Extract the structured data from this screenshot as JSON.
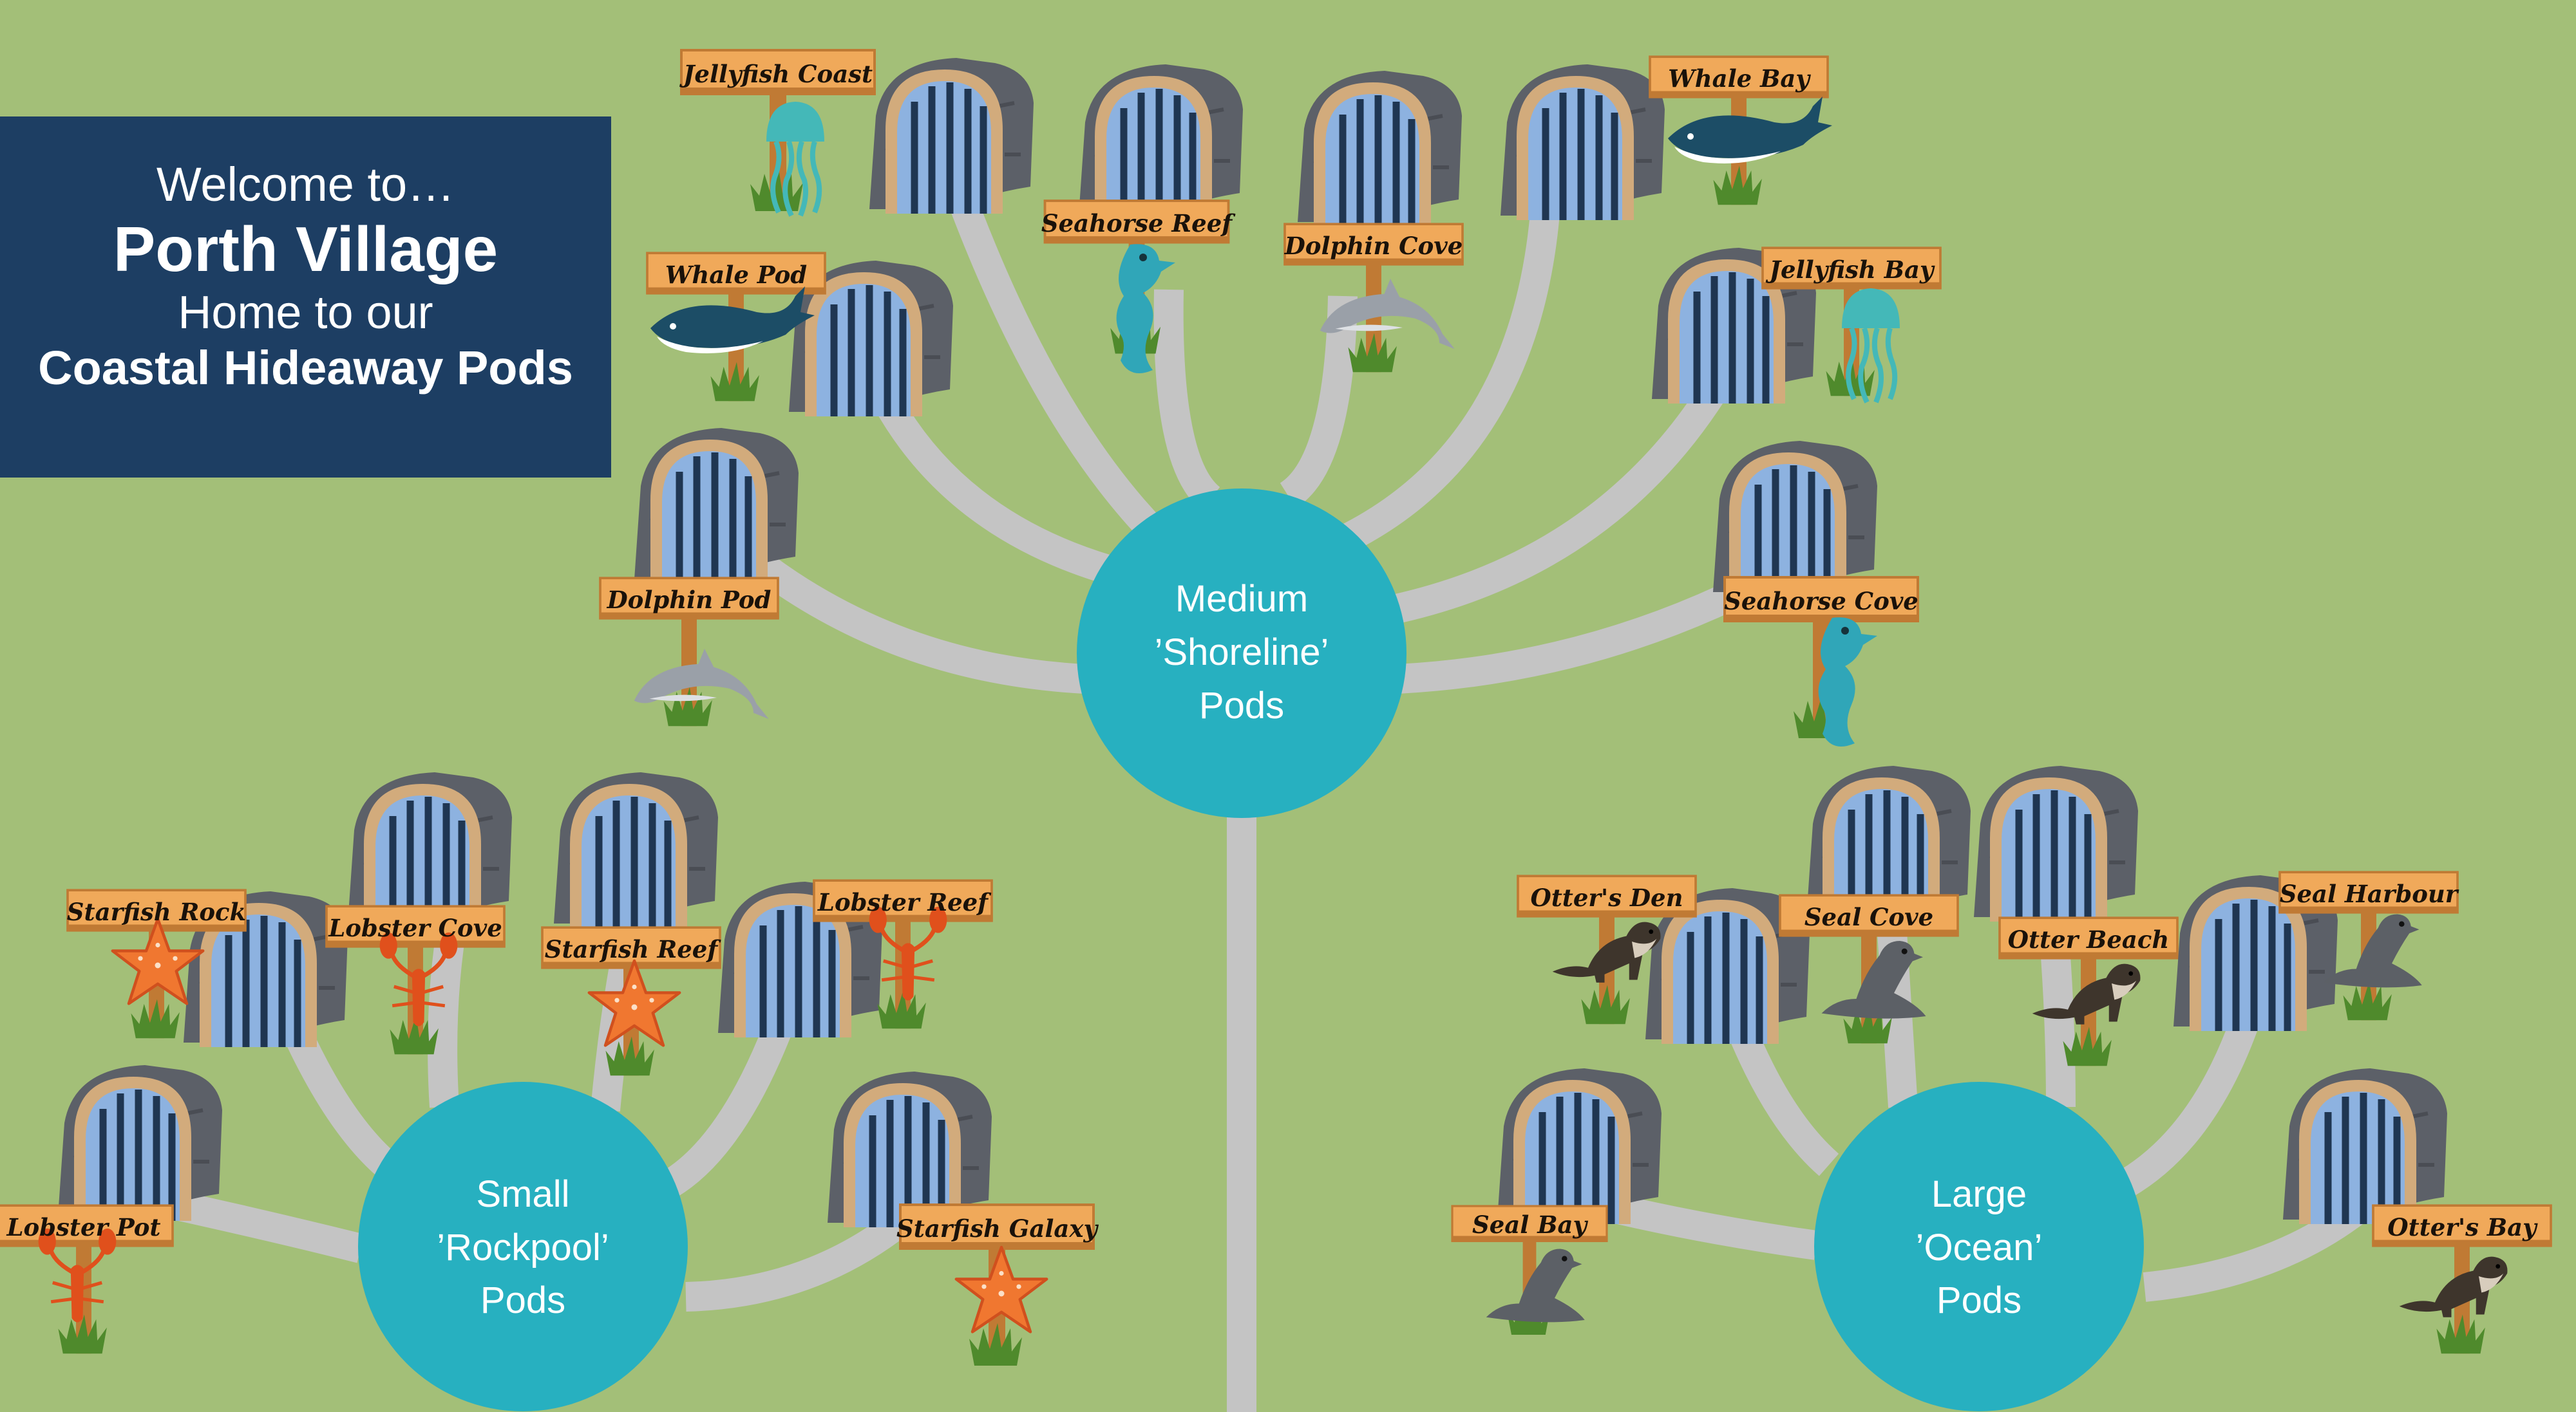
{
  "welcome": {
    "line1": "Welcome to…",
    "line2": "Porth Village",
    "line3": "Home to our",
    "line4": "Coastal Hideaway Pods"
  },
  "hubs": [
    {
      "id": "medium",
      "lines": [
        "Medium",
        "’Shoreline’",
        "Pods"
      ]
    },
    {
      "id": "small",
      "lines": [
        "Small",
        "’Rockpool’",
        "Pods"
      ]
    },
    {
      "id": "large",
      "lines": [
        "Large",
        "’Ocean’",
        "Pods"
      ]
    }
  ],
  "pods": [
    {
      "name": "Jellyfish Coast",
      "animal": "jellyfish-icon"
    },
    {
      "name": "Whale Pod",
      "animal": "whale-icon"
    },
    {
      "name": "Dolphin Pod",
      "animal": "dolphin-icon"
    },
    {
      "name": "Seahorse Reef",
      "animal": "seahorse-icon"
    },
    {
      "name": "Dolphin Cove",
      "animal": "dolphin-icon"
    },
    {
      "name": "Whale Bay",
      "animal": "whale-icon"
    },
    {
      "name": "Jellyfish Bay",
      "animal": "jellyfish-icon"
    },
    {
      "name": "Seahorse Cove",
      "animal": "seahorse-icon"
    },
    {
      "name": "Starfish Rock",
      "animal": "starfish-icon"
    },
    {
      "name": "Lobster Cove",
      "animal": "lobster-icon"
    },
    {
      "name": "Starfish Reef",
      "animal": "starfish-icon"
    },
    {
      "name": "Lobster Reef",
      "animal": "lobster-icon"
    },
    {
      "name": "Lobster Pot",
      "animal": "lobster-icon"
    },
    {
      "name": "Starfish Galaxy",
      "animal": "starfish-icon"
    },
    {
      "name": "Otter's Den",
      "animal": "otter-icon"
    },
    {
      "name": "Seal Cove",
      "animal": "seal-icon"
    },
    {
      "name": "Otter Beach",
      "animal": "otter-icon"
    },
    {
      "name": "Seal Harbour",
      "animal": "seal-icon"
    },
    {
      "name": "Seal Bay",
      "animal": "seal-icon"
    },
    {
      "name": "Otter's Bay",
      "animal": "otter-icon"
    }
  ],
  "colors": {
    "grass": "#a3bf78",
    "road": "#c4c4c4",
    "hub": "#27b0c0",
    "welcome_panel": "#1d3e63",
    "sign": "#f0a95a",
    "pod_shell": "#5c6068",
    "pod_glass": "#8db2e0"
  }
}
